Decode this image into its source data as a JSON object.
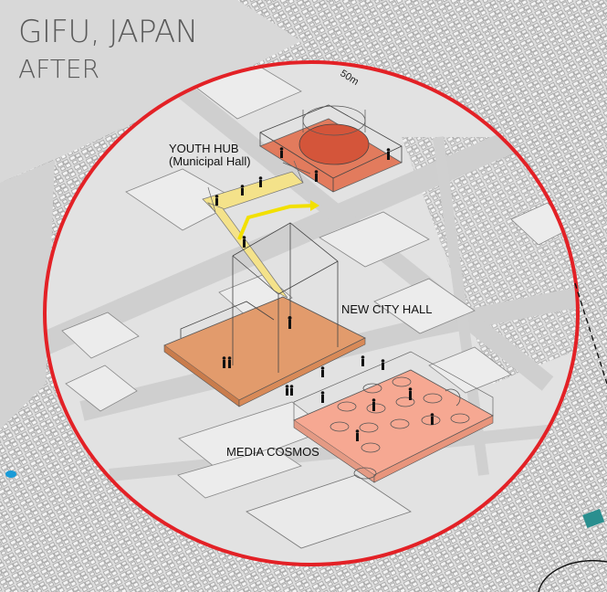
{
  "title": {
    "line1": "GIFU, JAPAN",
    "line2": "AFTER"
  },
  "scale_label": "50m",
  "labels": {
    "youth_hub": "YOUTH HUB",
    "youth_hub_sub": "(Municipal Hall)",
    "new_city_hall": "NEW CITY HALL",
    "media_cosmos": "MEDIA COSMOS"
  },
  "colors": {
    "ring": "#e32126",
    "youth_hub": "#e2704f",
    "new_city_hall": "#e29b6c",
    "media_cosmos": "#f6a892",
    "walkway": "#f4e28a",
    "path_arrow": "#f2e000"
  }
}
